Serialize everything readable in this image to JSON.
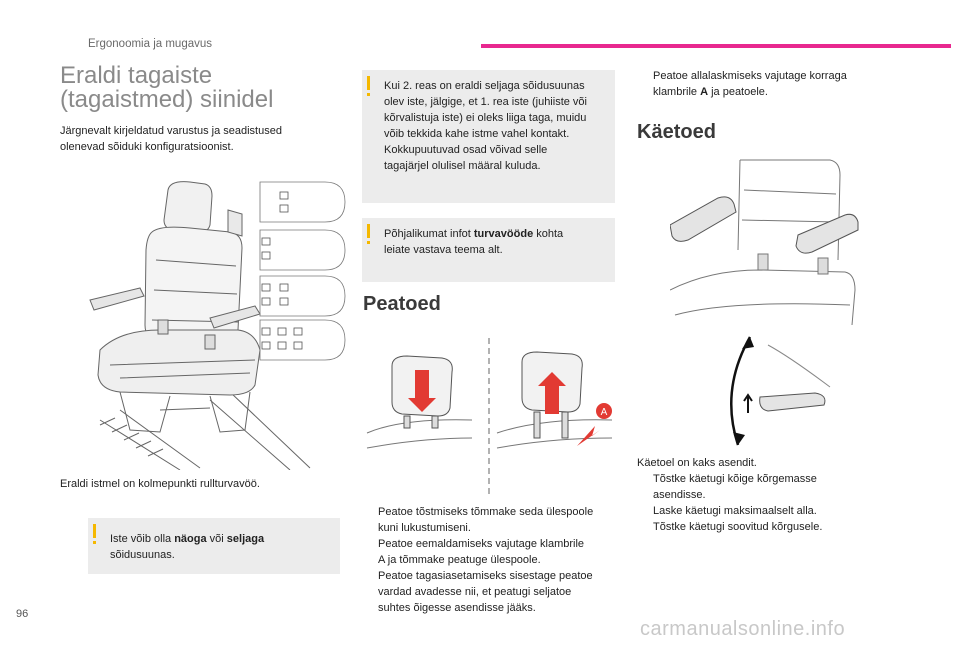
{
  "header": {
    "section": "Ergonoomia ja mugavus"
  },
  "page_number": "96",
  "watermark": "carmanualsonline.info",
  "colors": {
    "accent_pink": "#e8288f",
    "note_bar": "#f5b800",
    "note_bg": "#ececec",
    "arrow_red": "#e23a33"
  },
  "title_lines": [
    "Eraldi tagaiste",
    "(tagaistmed) siinidel"
  ],
  "intro_lines": [
    "Järgnevalt kirjeldatud varustus ja seadistused",
    "olenevad sõiduki konfiguratsioonist."
  ],
  "seat_caption": "Eraldi istmel on kolmepunkti rullturvavöö.",
  "note1": {
    "line1_pre": "Iste võib olla ",
    "word1": "näoga",
    "mid": " või ",
    "word2": "seljaga",
    "line2": "sõidusuunas."
  },
  "note2_lines": [
    "Kui 2. reas on eraldi seljaga sõidusuunas",
    "olev iste, jälgige, et 1. rea iste (juhiiste või",
    "kõrvalistuja iste) ei oleks liiga taga, muidu",
    "võib tekkida kahe istme vahel kontakt.",
    "Kokkupuutuvad osad võivad selle",
    "tagajärjel olulisel määral kuluda."
  ],
  "note3": {
    "pre": "Põhjalikumat infot ",
    "bold": "turvavööde",
    "post": " kohta",
    "line2": "leiate vastava teema alt."
  },
  "peatoed": {
    "heading": "Peatoed",
    "bullet_symbol": "",
    "label_a": "A",
    "items": [
      [
        "Peatoe tõstmiseks tõmmake seda ülespoole",
        "kuni lukustumiseni."
      ],
      [
        "Peatoe eemaldamiseks vajutage klambrile",
        "A ja tõmmake peatuge ülespoole."
      ],
      [
        "Peatoe tagasiasetamiseks sisestage peatoe",
        "vardad avadesse nii, et peatugi seljatoe",
        "suhtes õigesse asendisse jääks."
      ]
    ]
  },
  "lowering": {
    "line1": "Peatoe allalaskmiseks vajutage korraga",
    "line2_bold": "A",
    "line2_pre": "klambrile ",
    "line2_post": " ja peatoele."
  },
  "kaetoed": {
    "heading": "Käetoed",
    "intro": "Käetoel on kaks asendit.",
    "items": [
      [
        "Tõstke käetugi kõige kõrgemasse",
        "asendisse."
      ],
      [
        "Laske käetugi maksimaalselt alla."
      ],
      [
        "Tõstke käetugi soovitud kõrgusele."
      ]
    ]
  }
}
